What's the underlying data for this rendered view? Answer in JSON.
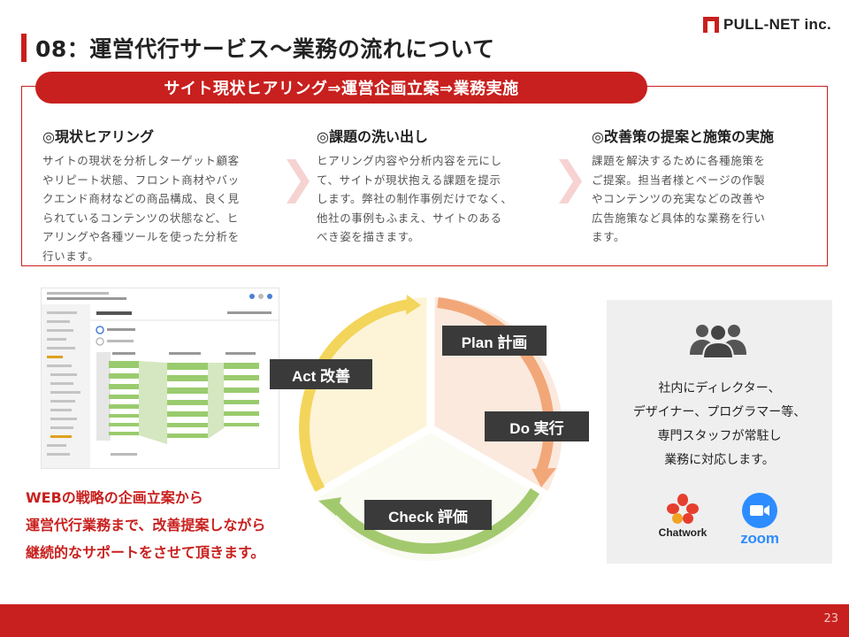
{
  "header": {
    "title": "08：運営代行サービス～業務の流れについて",
    "logo_text": "PULL-NET inc."
  },
  "process": {
    "banner": "サイト現状ヒアリング⇒運営企画立案⇒業務実施",
    "steps": [
      {
        "title": "◎現状ヒアリング",
        "lines": [
          "サイトの現状を分析しターゲット顧客",
          "やリピート状態、フロント商材やバッ",
          "クエンド商材などの商品構成、良く見",
          "られているコンテンツの状態など、ヒ",
          "アリングや各種ツールを使った分析を",
          "行います。"
        ]
      },
      {
        "title": "◎課題の洗い出し",
        "lines": [
          "ヒアリング内容や分析内容を元にし",
          "て、サイトが現状抱える課題を提示",
          "します。弊社の制作事例だけでなく、",
          "他社の事例もふまえ、サイトのある",
          "べき姿を描きます。"
        ]
      },
      {
        "title": "◎改善策の提案と施策の実施",
        "lines": [
          "課題を解決するために各種施策を",
          "ご提案。担当者様とページの作製",
          "やコンテンツの充実などの改善や",
          "広告施策など具体的な業務を行い",
          "ます。"
        ]
      }
    ]
  },
  "cycle": {
    "act": "Act 改善",
    "plan": "Plan 計画",
    "do": "Do 実行",
    "check": "Check 評価",
    "colors": {
      "plan": "#f2a779",
      "check": "#a3c96e",
      "act": "#f3d55b"
    }
  },
  "message": {
    "lines": [
      "WEBの戦略の企画立案から",
      "運営代行業務まで、改善提案しながら",
      "継続的なサポートをさせて頂きます。"
    ]
  },
  "staff": {
    "lines": [
      "社内にディレクター、",
      "デザイナー、プログラマー等、",
      "専門スタッフが常駐し",
      "業務に対応します。"
    ],
    "apps": [
      "Chatwork",
      "zoom"
    ]
  },
  "footer": {
    "page_number": "23"
  }
}
